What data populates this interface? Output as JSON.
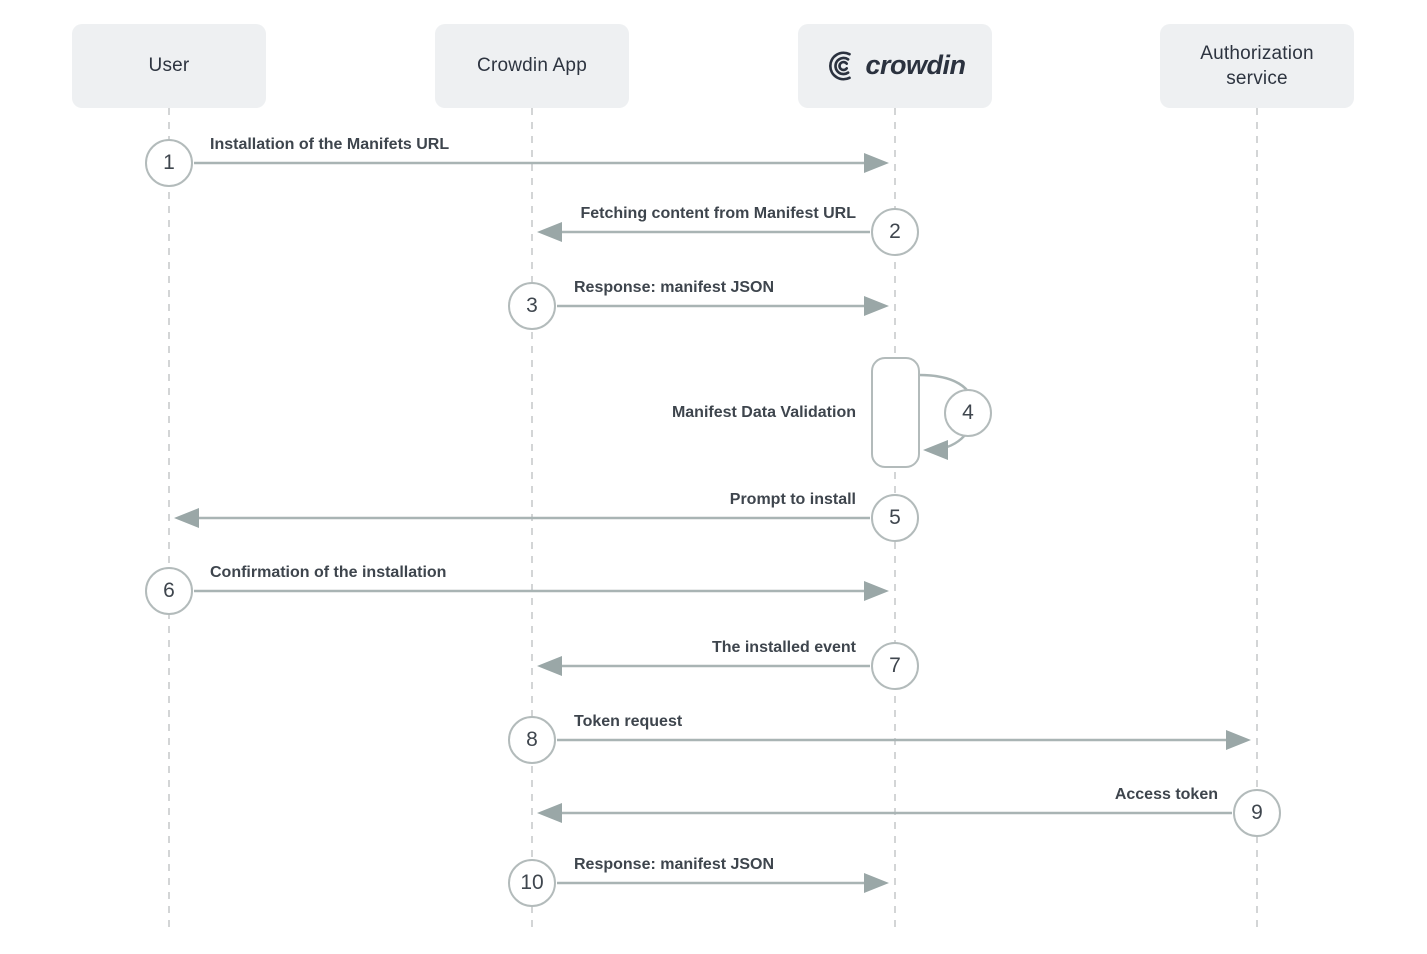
{
  "diagram_type": "sequence-diagram",
  "actors": [
    {
      "id": "user",
      "name": "User"
    },
    {
      "id": "crowdin-app",
      "name": "Crowdin App"
    },
    {
      "id": "crowdin",
      "name": "crowdin"
    },
    {
      "id": "authorization-service",
      "name": "Authorization service"
    }
  ],
  "icons": {
    "crowdin_logo": "crowdin-bird-swirl-icon"
  },
  "messages": [
    {
      "step": "1",
      "label": "Installation of the Manifets URL",
      "from": "User",
      "to": "Crowdin"
    },
    {
      "step": "2",
      "label": "Fetching content from Manifest URL",
      "from": "Crowdin",
      "to": "Crowdin App"
    },
    {
      "step": "3",
      "label": "Response: manifest JSON",
      "from": "Crowdin App",
      "to": "Crowdin"
    },
    {
      "step": "4",
      "label": "Manifest Data Validation",
      "from": "Crowdin",
      "to": "Crowdin",
      "type": "self-loop"
    },
    {
      "step": "5",
      "label": "Prompt to install",
      "from": "Crowdin",
      "to": "User"
    },
    {
      "step": "6",
      "label": "Confirmation of the installation",
      "from": "User",
      "to": "Crowdin"
    },
    {
      "step": "7",
      "label": "The installed event",
      "from": "Crowdin",
      "to": "Crowdin App"
    },
    {
      "step": "8",
      "label": "Token request",
      "from": "Crowdin App",
      "to": "Authorization service"
    },
    {
      "step": "9",
      "label": "Access token",
      "from": "Authorization service",
      "to": "Crowdin App"
    },
    {
      "step": "10",
      "label": "Response: manifest JSON",
      "from": "Crowdin App",
      "to": "Crowdin"
    }
  ],
  "colors": {
    "background": "#ffffff",
    "actor_box_fill": "#eef0f2",
    "actor_text": "#2d3440",
    "lifeline": "#d3d5d6",
    "arrow": "#a9b4b4",
    "arrowhead": "#9aa7a7",
    "circle_border": "#b3bbbb",
    "step_number": "#3f464e",
    "label_text": "#3e454d",
    "logo_text": "#2b323f"
  }
}
